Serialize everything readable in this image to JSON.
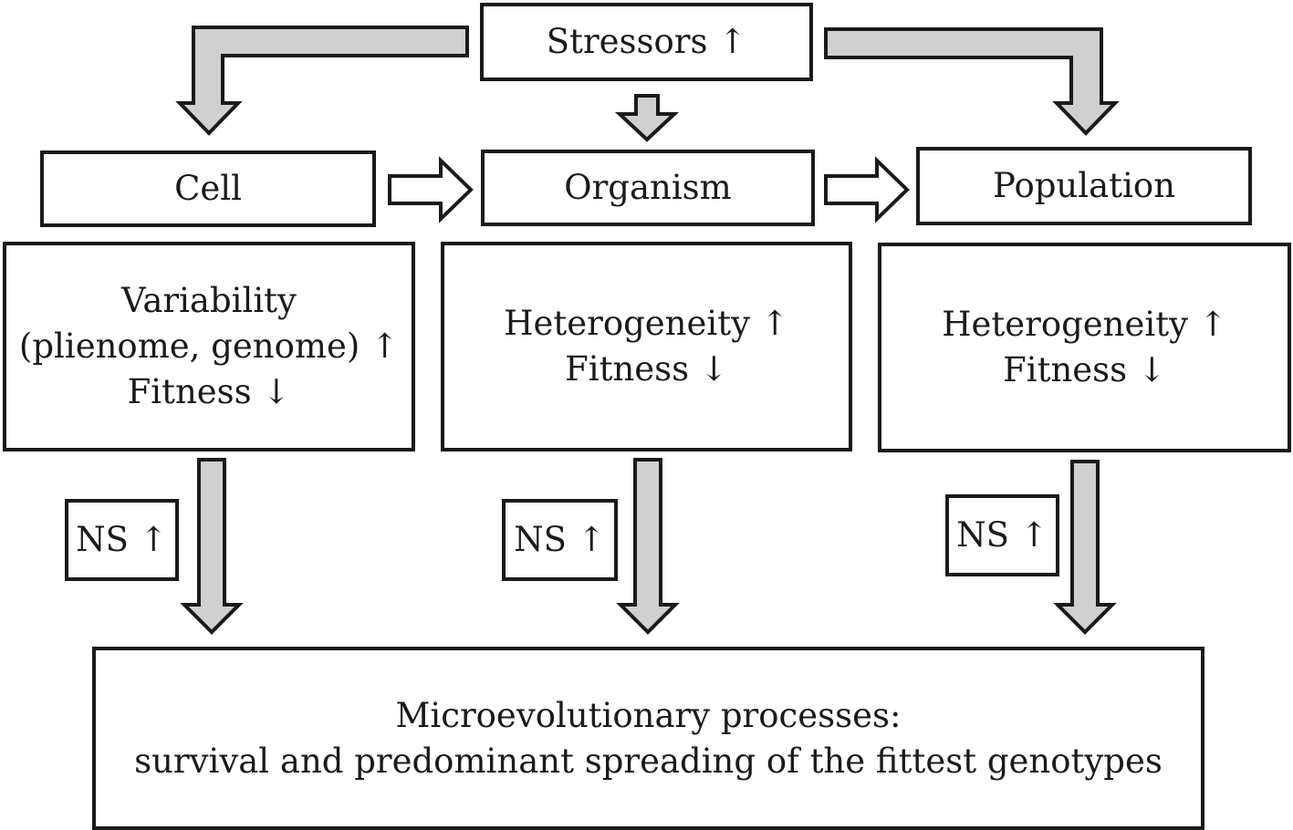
{
  "top": {
    "stressors": "Stressors ↑"
  },
  "levels": {
    "cell": "Cell",
    "organism": "Organism",
    "population": "Population"
  },
  "details": {
    "cell": [
      "Variability",
      "(plienome, genome) ↑",
      "Fitness ↓"
    ],
    "organism": [
      "Heterogeneity ↑",
      "Fitness ↓"
    ],
    "population": [
      "Heterogeneity ↑",
      "Fitness ↓"
    ]
  },
  "selection": {
    "cell": "NS ↑",
    "organism": "NS ↑",
    "population": "NS ↑"
  },
  "outcome": {
    "line1": "Microevolutionary processes:",
    "line2": "survival and predominant spreading of the fittest genotypes"
  },
  "colors": {
    "arrow_fill": "#d0d0d0",
    "stroke": "#1a1a1a"
  }
}
